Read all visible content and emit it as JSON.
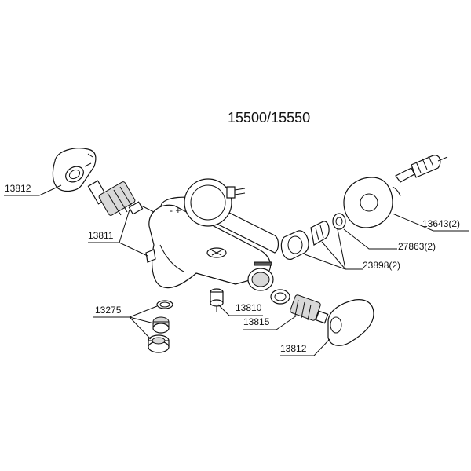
{
  "title": "15500/15550",
  "parts": {
    "p13812_left": "13812",
    "p13811": "13811",
    "p13275": "13275",
    "p13810": "13810",
    "p13815": "13815",
    "p13812_right": "13812",
    "p13643": "13643(2)",
    "p27863": "27863(2)",
    "p23898": "23898(2)"
  },
  "colors": {
    "line": "#111111",
    "shade": "#d9d9d9"
  }
}
